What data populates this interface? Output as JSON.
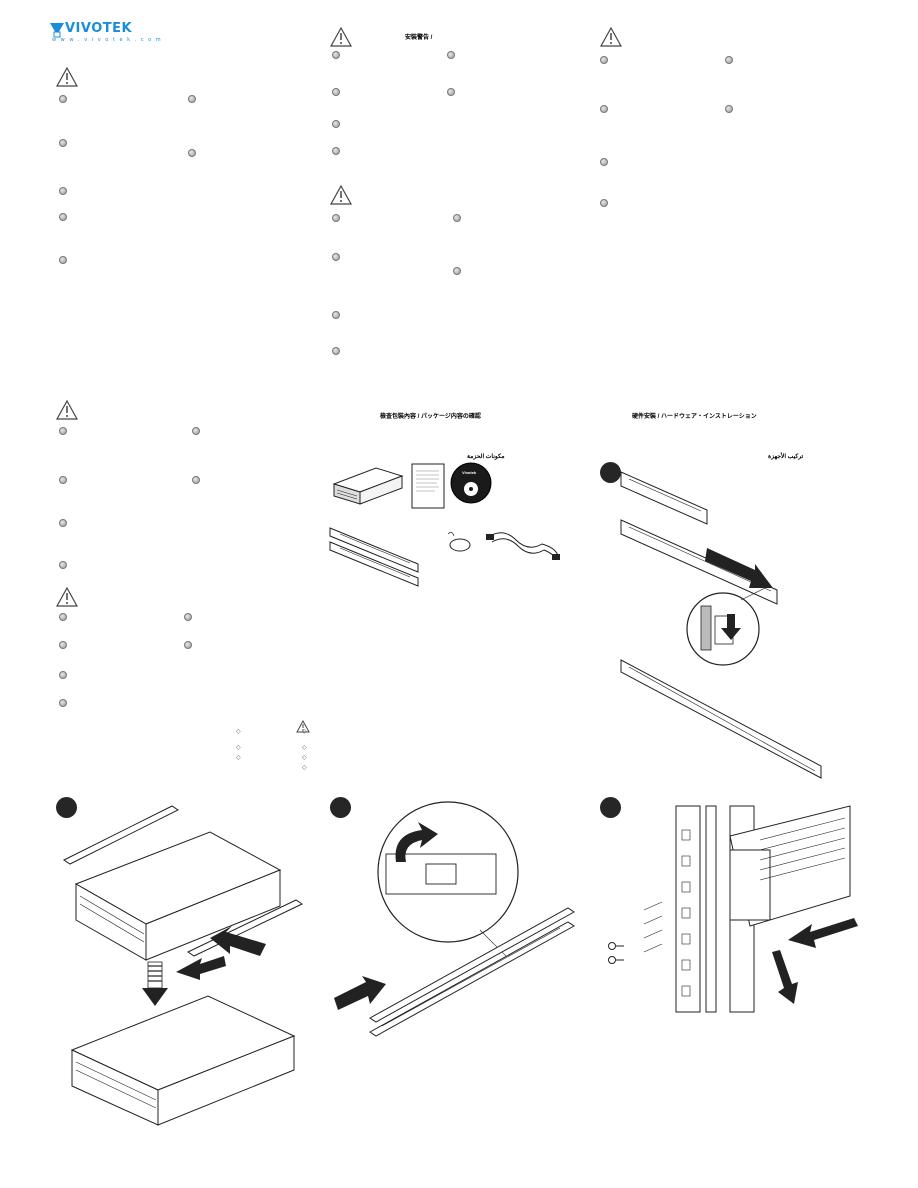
{
  "brand": {
    "name": "VIVOTEK",
    "url": "w w w . v i v o t e k . c o m",
    "color": "#1a8fd8"
  },
  "headings": {
    "safety_warning": "安裝警告 /",
    "package_contents": "檢查包裝內容 /  パッケージ内容の確認",
    "package_contents_ar": "مكونات الحزمة",
    "hardware_install": "硬件安裝 /  ハードウェア・インストレーション",
    "hardware_install_ar": "تركيب الأجهزة"
  },
  "package": {
    "cd_label": "Vivotek"
  },
  "icons": {
    "warning": "warning-triangle-icon",
    "bullet": "gray-circle-bullet-icon",
    "step": "step-number-circle-icon"
  }
}
